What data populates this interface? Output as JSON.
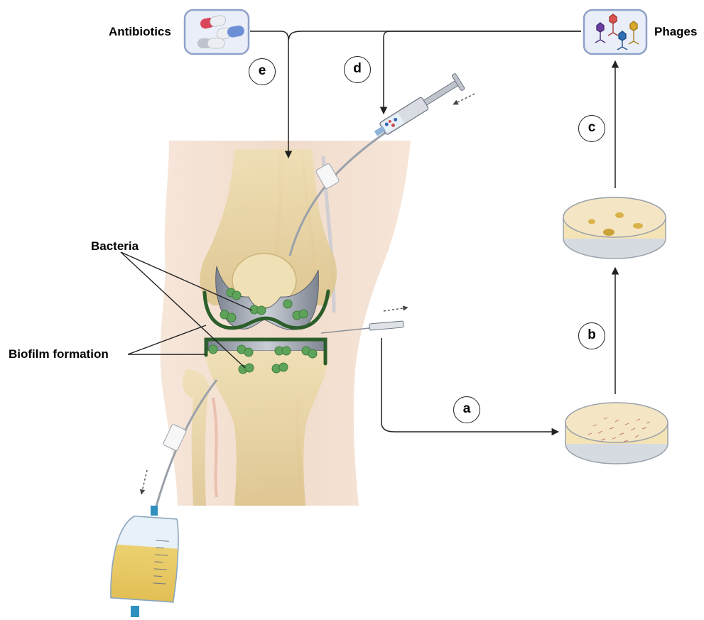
{
  "labels": {
    "antibiotics": "Antibiotics",
    "phages": "Phages",
    "bacteria": "Bacteria",
    "biofilm": "Biofilm formation"
  },
  "steps": {
    "a": "a",
    "b": "b",
    "c": "c",
    "d": "d",
    "e": "e"
  },
  "colors": {
    "arrow": "#222222",
    "biofilm": "#2b5e2b",
    "bacteria": "#5ea35a",
    "skin": "#f3e1d3",
    "bone": "#e8d5a3",
    "implant": "#9aa1ab",
    "agar": "#f4e3b5",
    "drainage_fluid": "#e9c85c",
    "box_border": "#8fa1c9",
    "box_fill": "#e9eef8"
  },
  "icons": {
    "antibiotics": "capsules-icon",
    "phages": "bacteriophages-icon",
    "syringe": "syringe-icon",
    "drainage": "drainage-bag-icon",
    "culture": "petri-dish-icon"
  }
}
